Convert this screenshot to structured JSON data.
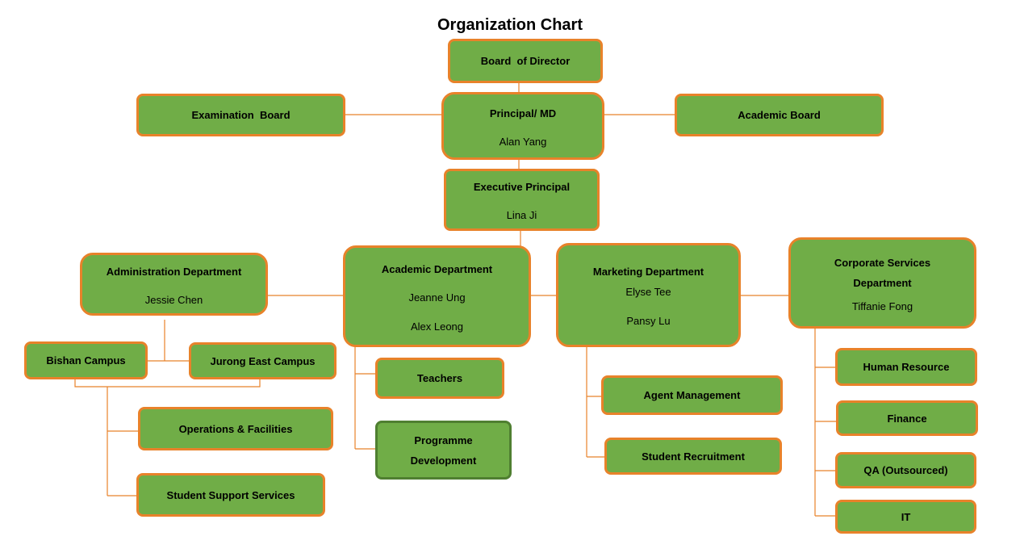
{
  "title": "Organization Chart",
  "nodes": {
    "board": {
      "title": "Board  of Director"
    },
    "exam_board": {
      "title": "Examination  Board"
    },
    "principal": {
      "title": "Principal/ MD",
      "names": [
        "Alan Yang"
      ]
    },
    "academic_board": {
      "title": "Academic Board"
    },
    "exec_principal": {
      "title": "Executive Principal",
      "names": [
        "Lina Ji"
      ]
    },
    "admin": {
      "title": "Administration Department",
      "names": [
        "Jessie Chen"
      ]
    },
    "academic": {
      "title": "Academic Department",
      "names": [
        "Jeanne Ung",
        "Alex Leong"
      ]
    },
    "marketing": {
      "title": "Marketing Department",
      "names": [
        "Elyse Tee",
        "Pansy Lu"
      ]
    },
    "corporate": {
      "title_lines": [
        "Corporate Services",
        "Department"
      ],
      "names": [
        "Tiffanie Fong"
      ]
    },
    "bishan": {
      "title": "Bishan Campus"
    },
    "jurong": {
      "title": "Jurong East Campus"
    },
    "operations": {
      "title": "Operations & Facilities"
    },
    "student_support": {
      "title": "Student Support Services"
    },
    "teachers": {
      "title": "Teachers"
    },
    "programme": {
      "title_lines": [
        "Programme",
        "Development"
      ]
    },
    "agent": {
      "title": "Agent Management"
    },
    "recruitment": {
      "title": "Student Recruitment"
    },
    "hr": {
      "title": "Human Resource"
    },
    "finance": {
      "title": "Finance"
    },
    "qa": {
      "title": "QA (Outsourced)"
    },
    "it": {
      "title": "IT"
    }
  },
  "colors": {
    "box_fill": "#70ad47",
    "box_border": "#e8822a",
    "connector": "#e8822a"
  }
}
